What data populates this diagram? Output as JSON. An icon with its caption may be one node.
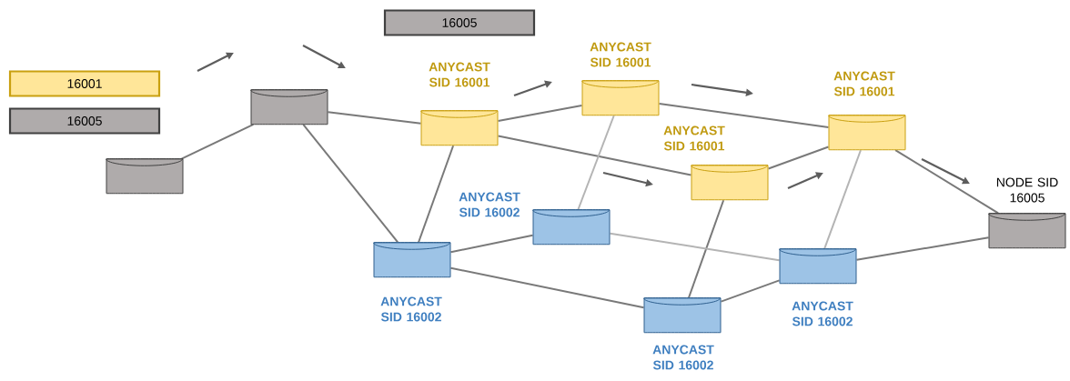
{
  "diagram": {
    "nodes": [
      {
        "text": [
          "16001"
        ]
      },
      {
        "text": [
          "16005"
        ]
      },
      {
        "text": [
          "16005"
        ]
      },
      {
        "text": [],
        "shape": "cylinder"
      },
      {
        "text": [],
        "shape": "cylinder"
      },
      {
        "text": [],
        "shape": "cylinder",
        "beside": [
          "ANYCAST SID 16001"
        ]
      },
      {
        "text": [],
        "shape": "cylinder",
        "beside": [
          "ANYCAST SID 16001"
        ]
      },
      {
        "text": [],
        "shape": "cylinder",
        "beside": [
          "ANYCAST SID 16001"
        ]
      },
      {
        "text": [],
        "shape": "cylinder",
        "beside": [
          "ANYCAST SID 16001"
        ]
      },
      {
        "text": [],
        "shape": "cylinder",
        "beside": [
          "NODE SID 16005"
        ]
      },
      {
        "text": [],
        "shape": "cylinder",
        "beside": [
          "ANYCAST SID 16002"
        ]
      },
      {
        "text": [],
        "shape": "cylinder",
        "beside": [
          "ANYCAST SID 16002"
        ]
      },
      {
        "text": [],
        "shape": "cylinder",
        "beside": [
          "ANYCAST SID 16002"
        ]
      },
      {
        "text": [],
        "shape": "cylinder",
        "beside": [
          "ANYCAST SID 16002"
        ]
      }
    ],
    "edges": [
      {
        "from": 3,
        "to": 4,
        "arrow": "none"
      },
      {
        "from": 4,
        "to": 5,
        "arrow": "none"
      },
      {
        "from": 4,
        "to": 10,
        "arrow": "none"
      },
      {
        "from": 5,
        "to": 6,
        "arrow": "none"
      },
      {
        "from": 5,
        "to": 7,
        "arrow": "none"
      },
      {
        "from": 5,
        "to": 10,
        "arrow": "none"
      },
      {
        "from": 6,
        "to": 8,
        "arrow": "none"
      },
      {
        "from": 6,
        "to": 11,
        "arrow": "none",
        "color": "#b4b4b4"
      },
      {
        "from": 7,
        "to": 8,
        "arrow": "none"
      },
      {
        "from": 7,
        "to": 12,
        "arrow": "none"
      },
      {
        "from": 8,
        "to": 13,
        "arrow": "none",
        "color": "#b4b4b4"
      },
      {
        "from": 8,
        "to": 9,
        "arrow": "none"
      },
      {
        "from": 10,
        "to": 11,
        "arrow": "none"
      },
      {
        "from": 10,
        "to": 12,
        "arrow": "none"
      },
      {
        "from": 11,
        "to": 13,
        "arrow": "none",
        "color": "#b4b4b4"
      },
      {
        "from": 12,
        "to": 13,
        "arrow": "none"
      },
      {
        "from": 13,
        "to": 9,
        "arrow": "none"
      }
    ]
  }
}
